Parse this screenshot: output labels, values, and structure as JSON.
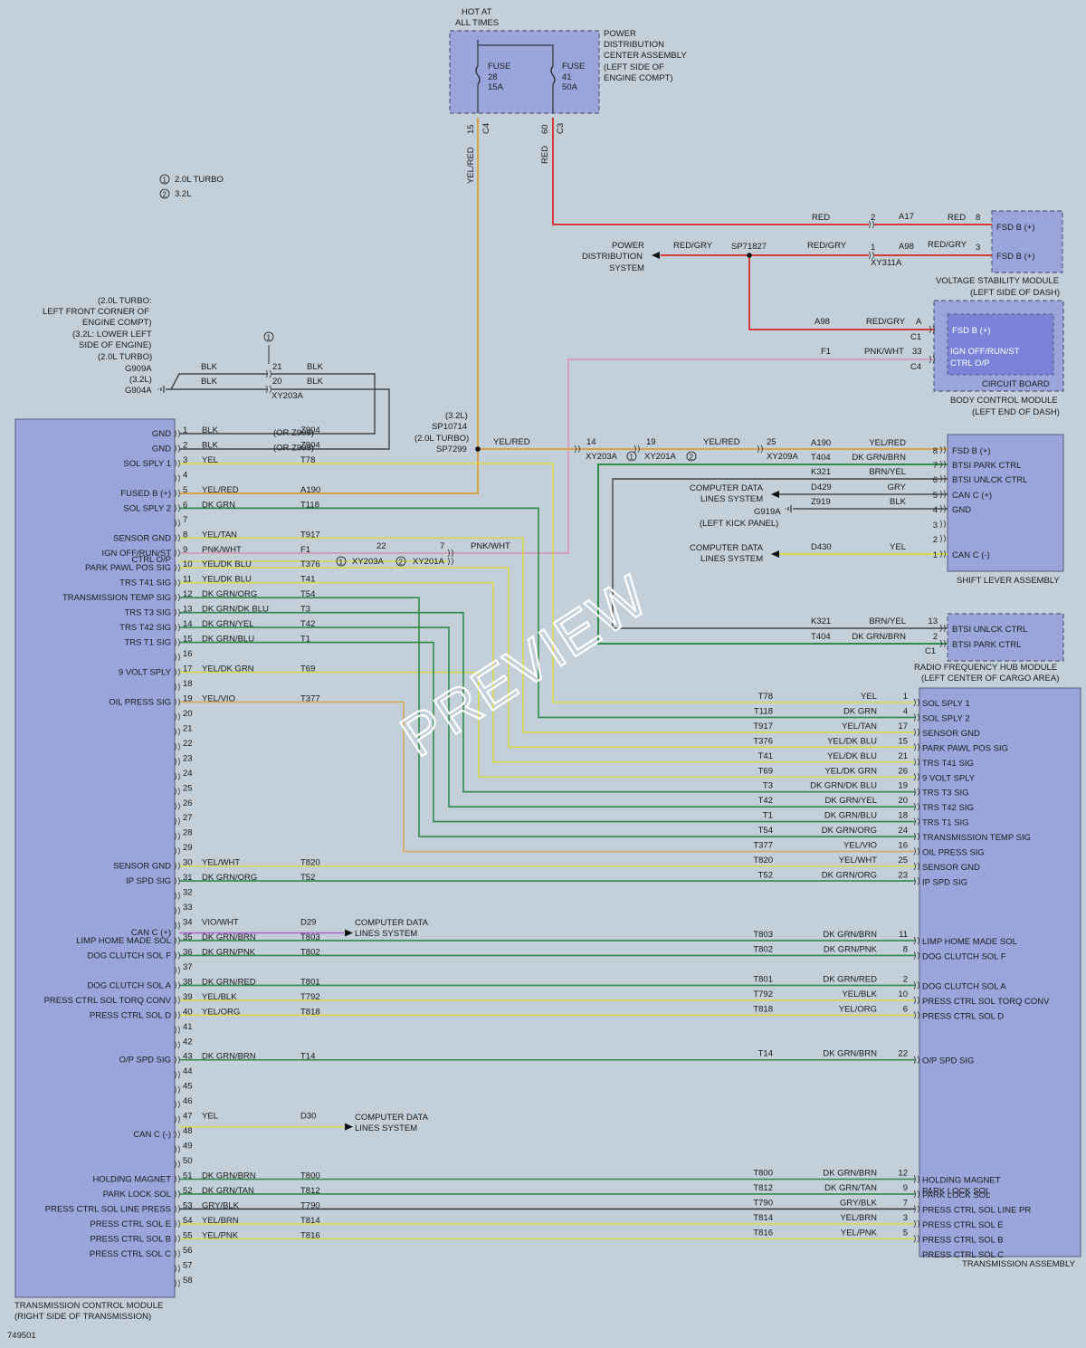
{
  "legend": [
    {
      "num": "1",
      "text": "2.0L TURBO"
    },
    {
      "num": "2",
      "text": "3.2L"
    }
  ],
  "watermark": "PREVIEW",
  "figure_id": "749501",
  "colors": {
    "background": "#c3cfd9",
    "module_fill": "#9aa6db",
    "module_dark": "#7b83d9",
    "red": "#d63b3b",
    "yel_red": "#d6a24a",
    "green": "#2f8a4a",
    "yellow": "#d8d84a",
    "violet": "#b65ad6",
    "pink": "#d98fb4",
    "black": "#3a3a3a",
    "gray": "#808080"
  },
  "top": {
    "hot": [
      "HOT AT",
      "ALL TIMES"
    ],
    "pdc_label": [
      "POWER",
      "DISTRIBUTION",
      "CENTER ASSEMBLY",
      "(LEFT SIDE OF",
      "ENGINE COMPT)"
    ],
    "fuse1": [
      "FUSE",
      "28",
      "15A"
    ],
    "fuse2": [
      "FUSE",
      "41",
      "50A"
    ],
    "pin1": "15",
    "conn1": "C4",
    "pin2": "60",
    "conn2": "C3",
    "wire1": "YEL/RED",
    "wire2": "RED"
  },
  "vsm": {
    "wires": [
      {
        "color": "RED",
        "pin": "2",
        "circuit": "A17",
        "color2": "RED",
        "pin2": "8",
        "fn": "FSD B (+)"
      },
      {
        "color": "RED/GRY",
        "pin": "1",
        "circuit": "A98",
        "color2": "RED/GRY",
        "pin2": "3",
        "fn": "FSD B (+)"
      }
    ],
    "conn": "XY311A",
    "label": [
      "VOLTAGE STABILITY MODULE",
      "(LEFT SIDE OF DASH)"
    ],
    "pds": [
      "POWER",
      "DISTRIBUTION",
      "SYSTEM"
    ],
    "pds_wire": "RED/GRY",
    "splice": "SP71827"
  },
  "bcm": {
    "w1": {
      "circuit": "A98",
      "color": "RED/GRY",
      "pin": "A",
      "conn": "C1"
    },
    "w2": {
      "circuit": "F1",
      "color": "PNK/WHT",
      "pin": "33",
      "conn": "C4"
    },
    "fn1": "FSD B (+)",
    "fn2": [
      "IGN OFF/RUN/ST",
      "CTRL O/P"
    ],
    "board": "CIRCUIT BOARD",
    "label": [
      "BODY CONTROL MODULE",
      "(LEFT END OF DASH)"
    ]
  },
  "ground": {
    "text": [
      "(2.0L TURBO:",
      "LEFT FRONT CORNER OF",
      "ENGINE COMPT)",
      "(3.2L: LOWER LEFT",
      "SIDE OF ENGINE)",
      "(2.0L TURBO)",
      "G909A",
      "(3.2L)",
      "G904A"
    ],
    "pins": [
      "21",
      "20"
    ],
    "colors": [
      "BLK",
      "BLK"
    ],
    "colors2": [
      "BLK",
      "BLK"
    ],
    "conn": "XY203A",
    "mark": "1"
  },
  "splice": {
    "text": [
      "(3.2L)",
      "SP10714",
      "(2.0L TURBO)",
      "SP7299"
    ],
    "wire": "YEL/RED"
  },
  "sla_upper": {
    "pins": [
      "14",
      "19",
      "25"
    ],
    "conns": [
      "XY203A",
      "XY201A",
      "XY209A"
    ],
    "circuit": "A190",
    "color": "YEL/RED",
    "color_mid": "YEL/RED"
  },
  "sla": {
    "rows": [
      {
        "circuit": "A190",
        "color": "YEL/RED",
        "pin": "8",
        "fn": "FSD B (+)"
      },
      {
        "circuit": "T404",
        "color": "DK GRN/BRN",
        "pin": "7",
        "fn": "BTSI PARK CTRL"
      },
      {
        "circuit": "K321",
        "color": "BRN/YEL",
        "pin": "6",
        "fn": "BTSI UNLCK CTRL"
      },
      {
        "circuit": "D429",
        "color": "GRY",
        "pin": "5",
        "fn": "CAN C (+)"
      },
      {
        "circuit": "Z919",
        "color": "BLK",
        "pin": "4",
        "fn": "GND"
      },
      {
        "circuit": "",
        "color": "",
        "pin": "3",
        "fn": ""
      },
      {
        "circuit": "",
        "color": "",
        "pin": "2",
        "fn": ""
      },
      {
        "circuit": "D430",
        "color": "YEL",
        "pin": "1",
        "fn": "CAN C (-)"
      }
    ],
    "cds1": [
      "COMPUTER DATA",
      "LINES SYSTEM"
    ],
    "cds2": [
      "COMPUTER DATA",
      "LINES SYSTEM"
    ],
    "gnd": [
      "G919A",
      "(LEFT KICK PANEL)"
    ],
    "label": "SHIFT LEVER ASSEMBLY"
  },
  "rfh": {
    "rows": [
      {
        "circuit": "K321",
        "color": "BRN/YEL",
        "pin": "13",
        "fn": "BTSI UNLCK CTRL"
      },
      {
        "circuit": "T404",
        "color": "DK GRN/BRN",
        "pin": "2",
        "fn": "BTSI PARK CTRL"
      }
    ],
    "conn": "C1",
    "label": [
      "RADIO FREQUENCY HUB MODULE",
      "(LEFT CENTER OF CARGO AREA)"
    ]
  },
  "tcm": {
    "label": [
      "TRANSMISSION CONTROL MODULE",
      "(RIGHT SIDE OF TRANSMISSION)"
    ],
    "pins": [
      {
        "pin": "1",
        "fn": "GND",
        "color": "BLK",
        "circuit": "Z904",
        "alt": "(OR Z909)"
      },
      {
        "pin": "2",
        "fn": "GND",
        "color": "BLK",
        "circuit": "Z904",
        "alt": "(OR Z909)"
      },
      {
        "pin": "3",
        "fn": "SOL SPLY 1",
        "color": "YEL",
        "circuit": "T78",
        "alt": ""
      },
      {
        "pin": "4",
        "fn": "",
        "color": "",
        "circuit": "",
        "alt": ""
      },
      {
        "pin": "5",
        "fn": "FUSED B (+)",
        "color": "YEL/RED",
        "circuit": "A190",
        "alt": ""
      },
      {
        "pin": "6",
        "fn": "SOL SPLY 2",
        "color": "DK GRN",
        "circuit": "T118",
        "alt": ""
      },
      {
        "pin": "7",
        "fn": "",
        "color": "",
        "circuit": "",
        "alt": ""
      },
      {
        "pin": "8",
        "fn": "SENSOR GND",
        "color": "YEL/TAN",
        "circuit": "T917",
        "alt": ""
      },
      {
        "pin": "9",
        "fn": "IGN OFF/RUN/ST",
        "color": "PNK/WHT",
        "circuit": "F1",
        "alt": ""
      },
      {
        "pin": "10",
        "fn": "PARK PAWL POS SIG",
        "color": "YEL/DK BLU",
        "circuit": "T376",
        "alt": ""
      },
      {
        "pin": "11",
        "fn": "TRS T41 SIG",
        "color": "YEL/DK BLU",
        "circuit": "T41",
        "alt": ""
      },
      {
        "pin": "12",
        "fn": "TRANSMISSION TEMP SIG",
        "color": "DK GRN/ORG",
        "circuit": "T54",
        "alt": ""
      },
      {
        "pin": "13",
        "fn": "TRS T3 SIG",
        "color": "DK GRN/DK BLU",
        "circuit": "T3",
        "alt": ""
      },
      {
        "pin": "14",
        "fn": "TRS T42 SIG",
        "color": "DK GRN/YEL",
        "circuit": "T42",
        "alt": ""
      },
      {
        "pin": "15",
        "fn": "TRS T1 SIG",
        "color": "DK GRN/BLU",
        "circuit": "T1",
        "alt": ""
      },
      {
        "pin": "16",
        "fn": "",
        "color": "",
        "circuit": "",
        "alt": ""
      },
      {
        "pin": "17",
        "fn": "9 VOLT SPLY",
        "color": "YEL/DK GRN",
        "circuit": "T69",
        "alt": ""
      },
      {
        "pin": "18",
        "fn": "",
        "color": "",
        "circuit": "",
        "alt": ""
      },
      {
        "pin": "19",
        "fn": "OIL PRESS SIG",
        "color": "YEL/VIO",
        "circuit": "T377",
        "alt": ""
      },
      {
        "pin": "20",
        "fn": "",
        "color": "",
        "circuit": "",
        "alt": ""
      },
      {
        "pin": "21",
        "fn": "",
        "color": "",
        "circuit": "",
        "alt": ""
      },
      {
        "pin": "22",
        "fn": "",
        "color": "",
        "circuit": "",
        "alt": ""
      },
      {
        "pin": "23",
        "fn": "",
        "color": "",
        "circuit": "",
        "alt": ""
      },
      {
        "pin": "24",
        "fn": "",
        "color": "",
        "circuit": "",
        "alt": ""
      },
      {
        "pin": "25",
        "fn": "",
        "color": "",
        "circuit": "",
        "alt": ""
      },
      {
        "pin": "26",
        "fn": "",
        "color": "",
        "circuit": "",
        "alt": ""
      },
      {
        "pin": "27",
        "fn": "",
        "color": "",
        "circuit": "",
        "alt": ""
      },
      {
        "pin": "28",
        "fn": "",
        "color": "",
        "circuit": "",
        "alt": ""
      },
      {
        "pin": "29",
        "fn": "",
        "color": "",
        "circuit": "",
        "alt": ""
      },
      {
        "pin": "30",
        "fn": "SENSOR GND",
        "color": "YEL/WHT",
        "circuit": "T820",
        "alt": ""
      },
      {
        "pin": "31",
        "fn": "IP SPD SIG",
        "color": "DK GRN/ORG",
        "circuit": "T52",
        "alt": ""
      },
      {
        "pin": "32",
        "fn": "",
        "color": "",
        "circuit": "",
        "alt": ""
      },
      {
        "pin": "33",
        "fn": "",
        "color": "",
        "circuit": "",
        "alt": ""
      },
      {
        "pin": "34",
        "fn": "",
        "color": "VIO/WHT",
        "circuit": "D29",
        "alt": ""
      },
      {
        "pin": "35",
        "fn": "LIMP HOME MADE SOL",
        "color": "DK GRN/BRN",
        "circuit": "T803",
        "alt": ""
      },
      {
        "pin": "36",
        "fn": "DOG CLUTCH SOL F",
        "color": "DK GRN/PNK",
        "circuit": "T802",
        "alt": ""
      },
      {
        "pin": "37",
        "fn": "",
        "color": "",
        "circuit": "",
        "alt": ""
      },
      {
        "pin": "38",
        "fn": "DOG CLUTCH SOL A",
        "color": "DK GRN/RED",
        "circuit": "T801",
        "alt": ""
      },
      {
        "pin": "39",
        "fn": "PRESS CTRL SOL TORQ CONV",
        "color": "YEL/BLK",
        "circuit": "T792",
        "alt": ""
      },
      {
        "pin": "40",
        "fn": "PRESS CTRL SOL D",
        "color": "YEL/ORG",
        "circuit": "T818",
        "alt": ""
      },
      {
        "pin": "41",
        "fn": "",
        "color": "",
        "circuit": "",
        "alt": ""
      },
      {
        "pin": "42",
        "fn": "",
        "color": "",
        "circuit": "",
        "alt": ""
      },
      {
        "pin": "43",
        "fn": "O/P SPD SIG",
        "color": "DK GRN/BRN",
        "circuit": "T14",
        "alt": ""
      },
      {
        "pin": "44",
        "fn": "",
        "color": "",
        "circuit": "",
        "alt": ""
      },
      {
        "pin": "45",
        "fn": "",
        "color": "",
        "circuit": "",
        "alt": ""
      },
      {
        "pin": "46",
        "fn": "",
        "color": "",
        "circuit": "",
        "alt": ""
      },
      {
        "pin": "47",
        "fn": "",
        "color": "YEL",
        "circuit": "D30",
        "alt": ""
      },
      {
        "pin": "48",
        "fn": "CAN C (-)",
        "color": "",
        "circuit": "",
        "alt": ""
      },
      {
        "pin": "49",
        "fn": "",
        "color": "",
        "circuit": "",
        "alt": ""
      },
      {
        "pin": "50",
        "fn": "",
        "color": "",
        "circuit": "",
        "alt": ""
      },
      {
        "pin": "51",
        "fn": "HOLDING MAGNET",
        "color": "DK GRN/BRN",
        "circuit": "T800",
        "alt": ""
      },
      {
        "pin": "52",
        "fn": "PARK LOCK SOL",
        "color": "DK GRN/TAN",
        "circuit": "T812",
        "alt": ""
      },
      {
        "pin": "53",
        "fn": "PRESS CTRL SOL LINE PRESS",
        "color": "GRY/BLK",
        "circuit": "T790",
        "alt": ""
      },
      {
        "pin": "54",
        "fn": "PRESS CTRL SOL E",
        "color": "YEL/BRN",
        "circuit": "T814",
        "alt": ""
      },
      {
        "pin": "55",
        "fn": "PRESS CTRL SOL B",
        "color": "YEL/PNK",
        "circuit": "T816",
        "alt": ""
      },
      {
        "pin": "56",
        "fn": "PRESS CTRL SOL C",
        "color": "",
        "circuit": "",
        "alt": ""
      },
      {
        "pin": "57",
        "fn": "",
        "color": "",
        "circuit": "",
        "alt": ""
      },
      {
        "pin": "58",
        "fn": "",
        "color": "",
        "circuit": "",
        "alt": ""
      }
    ],
    "extra_fns": [
      {
        "after": "9",
        "fn": "CTRL O/P"
      },
      {
        "after": "34",
        "fn": "CAN C (+)"
      }
    ],
    "pin9_ext": {
      "n1": "22",
      "n2": "7",
      "conn1": "XY203A",
      "conn2": "XY201A",
      "color": "PNK/WHT"
    },
    "pin10_ext": {
      "conn1": "XY203A",
      "conn2": "XY201A"
    },
    "cds34": [
      "COMPUTER DATA",
      "LINES SYSTEM"
    ],
    "cds47": [
      "COMPUTER DATA",
      "LINES SYSTEM"
    ]
  },
  "ta": {
    "label": "TRANSMISSION ASSEMBLY",
    "rows": [
      {
        "circuit": "T78",
        "color": "YEL",
        "pin": "1",
        "fn": "SOL SPLY 1"
      },
      {
        "circuit": "T118",
        "color": "DK GRN",
        "pin": "4",
        "fn": "SOL SPLY 2"
      },
      {
        "circuit": "T917",
        "color": "YEL/TAN",
        "pin": "17",
        "fn": "SENSOR GND"
      },
      {
        "circuit": "T376",
        "color": "YEL/DK BLU",
        "pin": "15",
        "fn": "PARK PAWL POS SIG"
      },
      {
        "circuit": "T41",
        "color": "YEL/DK BLU",
        "pin": "21",
        "fn": "TRS T41 SIG"
      },
      {
        "circuit": "T69",
        "color": "YEL/DK GRN",
        "pin": "26",
        "fn": "9 VOLT SPLY"
      },
      {
        "circuit": "T3",
        "color": "DK GRN/DK BLU",
        "pin": "19",
        "fn": "TRS T3 SIG"
      },
      {
        "circuit": "T42",
        "color": "DK GRN/YEL",
        "pin": "20",
        "fn": "TRS T42 SIG"
      },
      {
        "circuit": "T1",
        "color": "DK GRN/BLU",
        "pin": "18",
        "fn": "TRS T1 SIG"
      },
      {
        "circuit": "T54",
        "color": "DK GRN/ORG",
        "pin": "24",
        "fn": "TRANSMISSION TEMP SIG"
      },
      {
        "circuit": "T377",
        "color": "YEL/VIO",
        "pin": "16",
        "fn": "OIL PRESS SIG"
      },
      {
        "circuit": "T820",
        "color": "YEL/WHT",
        "pin": "25",
        "fn": "SENSOR GND"
      },
      {
        "circuit": "T52",
        "color": "DK GRN/ORG",
        "pin": "23",
        "fn": "IP SPD SIG"
      },
      {
        "circuit": "T803",
        "color": "DK GRN/BRN",
        "pin": "11",
        "fn": "LIMP HOME MADE SOL"
      },
      {
        "circuit": "T802",
        "color": "DK GRN/PNK",
        "pin": "8",
        "fn": "DOG CLUTCH SOL F"
      },
      {
        "circuit": "T801",
        "color": "DK GRN/RED",
        "pin": "2",
        "fn": "DOG CLUTCH SOL A"
      },
      {
        "circuit": "T792",
        "color": "YEL/BLK",
        "pin": "10",
        "fn": "PRESS CTRL SOL TORQ CONV"
      },
      {
        "circuit": "T818",
        "color": "YEL/ORG",
        "pin": "6",
        "fn": "PRESS CTRL SOL D"
      },
      {
        "circuit": "T14",
        "color": "DK GRN/BRN",
        "pin": "22",
        "fn": "O/P SPD SIG"
      },
      {
        "circuit": "T800",
        "color": "DK GRN/BRN",
        "pin": "12",
        "fn": "HOLDING MAGNET"
      },
      {
        "circuit": "T812",
        "color": "DK GRN/TAN",
        "pin": "9",
        "fn": "PARK LOCK SOL"
      },
      {
        "circuit": "T790",
        "color": "GRY/BLK",
        "pin": "7",
        "fn": "PRESS CTRL SOL LINE PR"
      },
      {
        "circuit": "T814",
        "color": "YEL/BRN",
        "pin": "3",
        "fn": "PRESS CTRL SOL E"
      },
      {
        "circuit": "T816",
        "color": "YEL/PNK",
        "pin": "5",
        "fn": "PRESS CTRL SOL B"
      }
    ],
    "last_fn": "PRESS CTRL SOL C"
  }
}
